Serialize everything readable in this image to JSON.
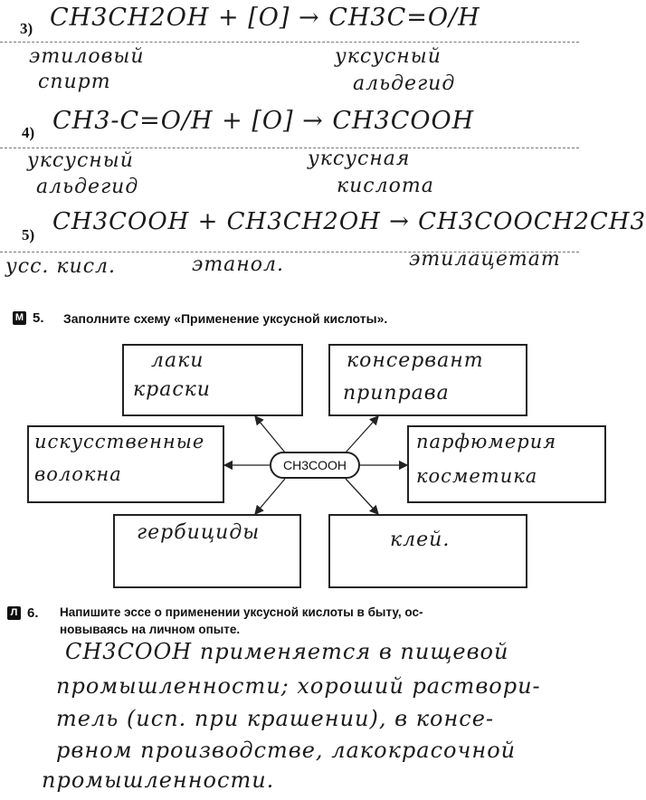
{
  "reactions": [
    {
      "number": "3)",
      "equation": "CH3CH2OH + [O] → CH3C=O/H",
      "reactant_name": [
        "этиловый",
        "спирт"
      ],
      "product_name": [
        "уксусный",
        "альдегид"
      ]
    },
    {
      "number": "4)",
      "equation": "CH3-C=O/H + [O] → CH3COOH",
      "reactant_name": [
        "уксусный",
        "альдегид"
      ],
      "product_name": [
        "уксусная",
        "кислота"
      ]
    },
    {
      "number": "5)",
      "equation": "CH3COOH + CH3CH2OH → CH3COOCH2CH3",
      "names": [
        "усс. кисл.",
        "этанол.",
        "этилацетат"
      ]
    }
  ],
  "task5": {
    "badge": "М",
    "number": "5.",
    "text": "Заполните схему «Применение уксусной кислоты».",
    "center": "CH3COOH",
    "boxes": {
      "top_left": [
        "лаки",
        "краски"
      ],
      "top_right": [
        "консервант",
        "приправа"
      ],
      "mid_left": [
        "искусственные",
        "волокна"
      ],
      "mid_right": [
        "парфюмерия",
        "косметика"
      ],
      "bottom_left": [
        "гербициды"
      ],
      "bottom_right": [
        "клей."
      ]
    }
  },
  "task6": {
    "badge": "Л",
    "number": "6.",
    "text_line1": "Напишите эссе о применении уксусной кислоты в быту, ос-",
    "text_line2": "новываясь на личном опыте.",
    "essay_lines": [
      "CH3COOH применяется в пищевой",
      "промышленности; хороший раствори-",
      "тель (исп. при крашении), в консе-",
      "рвном производстве, лакокрасочной",
      "промышленности."
    ]
  }
}
